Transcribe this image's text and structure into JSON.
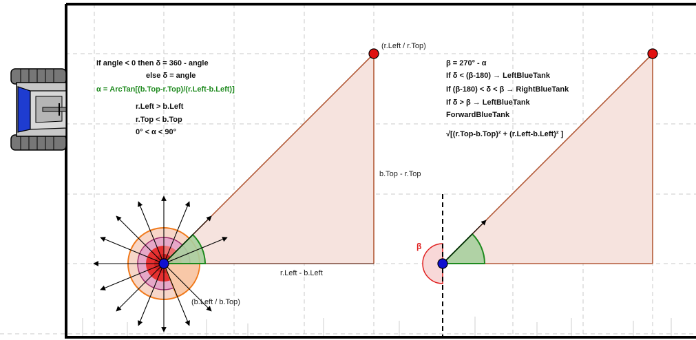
{
  "left_panel": {
    "formula_lines": [
      "If angle < 0 then δ = 360 - angle",
      "else δ = angle",
      "α = ArcTan[(b.Top-r.Top)/(r.Left-b.Left)]",
      "r.Left > b.Left",
      "r.Top < b.Top",
      "0° < α < 90°"
    ],
    "red_point_label": "(r.Left / r.Top)",
    "blue_point_label": "(b.Left / b.Top)",
    "vertical_leg_label": "b.Top - r.Top",
    "horizontal_leg_label": "r.Left - b.Left"
  },
  "right_panel": {
    "rule_lines": [
      "β = 270° - α",
      "If δ < (β-180) → LeftBlueTank",
      "If (β-180) < δ < β → RightBlueTank",
      "If δ > β → LeftBlueTank",
      "ForwardBlueTank",
      "√[(r.Top-b.Top)² + (r.Left-b.Left)² ]"
    ],
    "beta_label": "β"
  },
  "colors": {
    "red_point": "#e01010",
    "blue_point": "#1010d0",
    "triangle_fill": "#f6e3de",
    "triangle_edge": "#b35a38",
    "angle_fill": "#a8cf9e",
    "angle_edge": "#1e8a1e",
    "green_text": "#1e8a1e",
    "beta_color": "#e02020"
  },
  "icons": [
    "blue-tank-icon"
  ]
}
